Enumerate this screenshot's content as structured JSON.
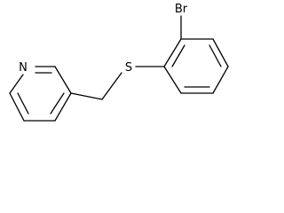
{
  "molecule": {
    "atoms": {
      "bromine": "Br",
      "sulfur": "S",
      "nitrogen": "N"
    }
  }
}
